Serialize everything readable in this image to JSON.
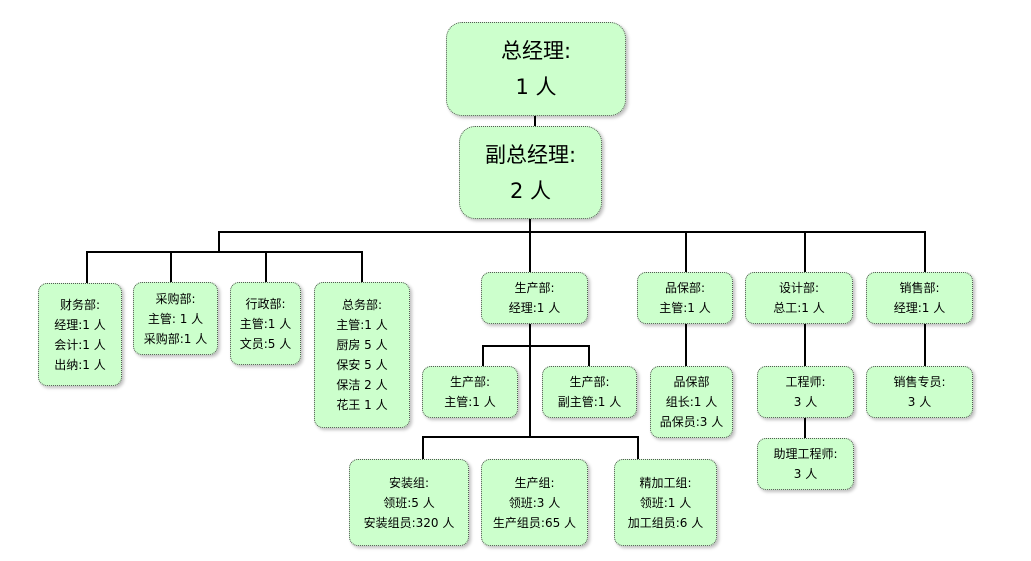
{
  "nodes": {
    "gm": {
      "lines": [
        "总经理:",
        "1 人"
      ]
    },
    "vgm": {
      "lines": [
        "副总经理:",
        "2 人"
      ]
    },
    "finance": {
      "lines": [
        "财务部:",
        "经理:1 人",
        "会计:1 人",
        "出纳:1 人"
      ]
    },
    "purchase": {
      "lines": [
        "采购部:",
        "主管: 1 人",
        "采购部:1 人"
      ]
    },
    "admin": {
      "lines": [
        "行政部:",
        "主管:1 人",
        "文员:5 人"
      ]
    },
    "general": {
      "lines": [
        "总务部:",
        "主管:1 人",
        "厨房 5 人",
        "保安 5 人",
        "保洁 2 人",
        "花王 1 人"
      ]
    },
    "prod": {
      "lines": [
        "生产部:",
        "经理:1 人"
      ]
    },
    "prod_mgr": {
      "lines": [
        "生产部:",
        "主管:1 人"
      ]
    },
    "prod_sub": {
      "lines": [
        "生产部:",
        "副主管:1 人"
      ]
    },
    "install": {
      "lines": [
        "安装组:",
        "领班:5 人",
        "安装组员:320 人"
      ]
    },
    "prodgroup": {
      "lines": [
        "生产组:",
        "领班:3 人",
        "生产组员:65 人"
      ]
    },
    "finish": {
      "lines": [
        "精加工组:",
        "领班:1 人",
        "加工组员:6 人"
      ]
    },
    "qa": {
      "lines": [
        "品保部:",
        "主管:1 人"
      ]
    },
    "qa_sub": {
      "lines": [
        "品保部",
        "组长:1 人",
        "品保员:3 人"
      ]
    },
    "design": {
      "lines": [
        "设计部:",
        "总工:1 人"
      ]
    },
    "engineer": {
      "lines": [
        "工程师:",
        "3 人"
      ]
    },
    "asst_eng": {
      "lines": [
        "助理工程师:",
        "3 人"
      ]
    },
    "sales": {
      "lines": [
        "销售部:",
        "经理:1 人"
      ]
    },
    "sales_rep": {
      "lines": [
        "销售专员:",
        "3 人"
      ]
    }
  }
}
